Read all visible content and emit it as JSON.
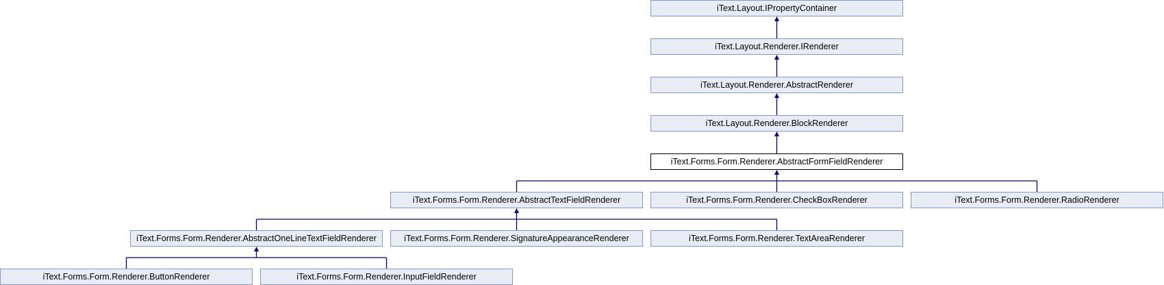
{
  "diagram": {
    "colors": {
      "edge": "#000080",
      "node_fill": "#e8ecf4",
      "node_border": "#8497c8",
      "current_border": "#000000"
    },
    "nodes": [
      {
        "id": "iprop",
        "label": "iText.Layout.IPropertyContainer"
      },
      {
        "id": "irend",
        "label": "iText.Layout.Renderer.IRenderer"
      },
      {
        "id": "absrend",
        "label": "iText.Layout.Renderer.AbstractRenderer"
      },
      {
        "id": "block",
        "label": "iText.Layout.Renderer.BlockRenderer"
      },
      {
        "id": "formfield",
        "label": "iText.Forms.Form.Renderer.AbstractFormFieldRenderer",
        "current": true
      },
      {
        "id": "textfield",
        "label": "iText.Forms.Form.Renderer.AbstractTextFieldRenderer"
      },
      {
        "id": "checkbox",
        "label": "iText.Forms.Form.Renderer.CheckBoxRenderer"
      },
      {
        "id": "radio",
        "label": "iText.Forms.Form.Renderer.RadioRenderer"
      },
      {
        "id": "oneline",
        "label": "iText.Forms.Form.Renderer.AbstractOneLineTextFieldRenderer"
      },
      {
        "id": "signature",
        "label": "iText.Forms.Form.Renderer.SignatureAppearanceRenderer"
      },
      {
        "id": "textarea",
        "label": "iText.Forms.Form.Renderer.TextAreaRenderer"
      },
      {
        "id": "button",
        "label": "iText.Forms.Form.Renderer.ButtonRenderer"
      },
      {
        "id": "input",
        "label": "iText.Forms.Form.Renderer.InputFieldRenderer"
      }
    ],
    "edges": [
      [
        "irend",
        "iprop"
      ],
      [
        "absrend",
        "irend"
      ],
      [
        "block",
        "absrend"
      ],
      [
        "formfield",
        "block"
      ],
      [
        "textfield",
        "formfield"
      ],
      [
        "checkbox",
        "formfield"
      ],
      [
        "radio",
        "formfield"
      ],
      [
        "oneline",
        "textfield"
      ],
      [
        "signature",
        "textfield"
      ],
      [
        "textarea",
        "textfield"
      ],
      [
        "button",
        "oneline"
      ],
      [
        "input",
        "oneline"
      ]
    ]
  }
}
